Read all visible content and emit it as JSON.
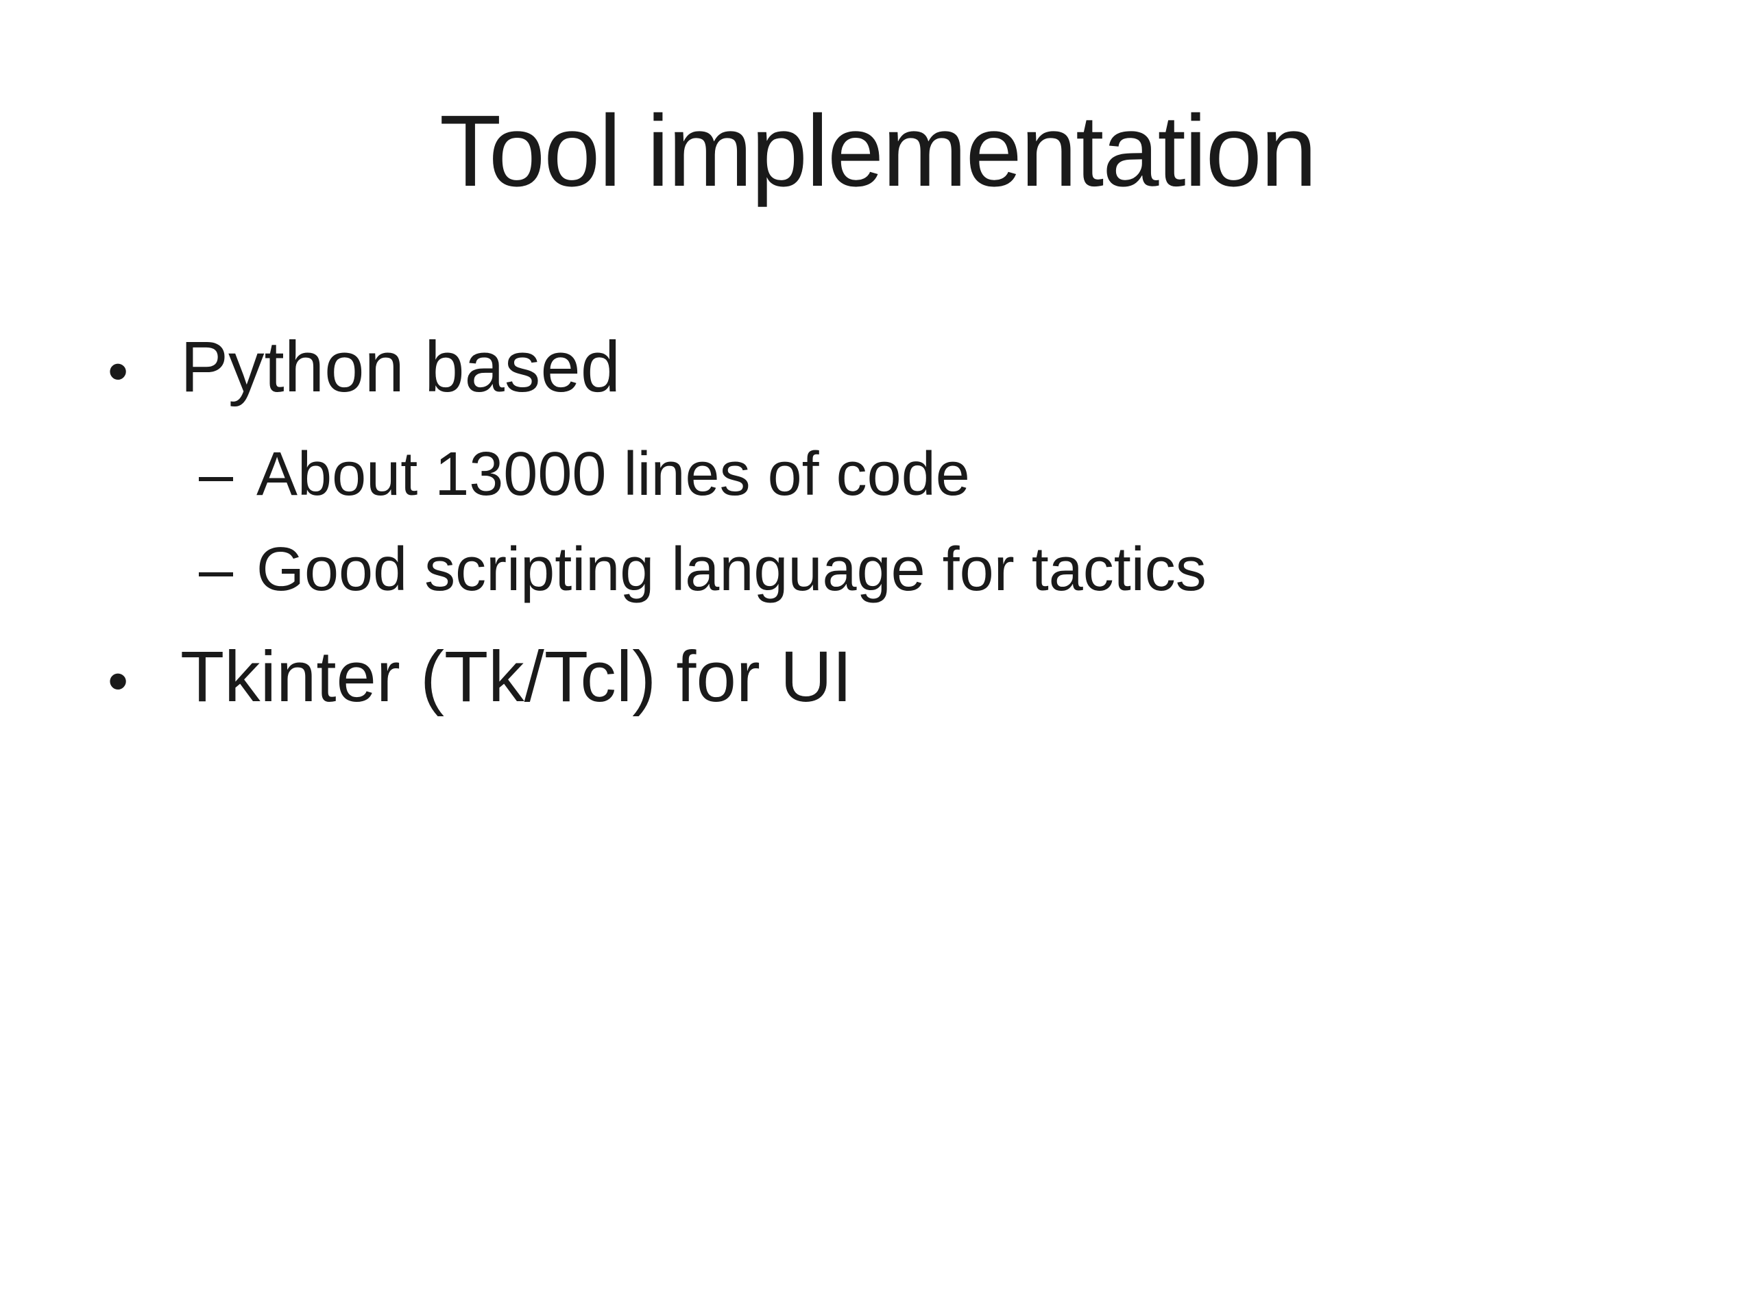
{
  "slide": {
    "title": "Tool implementation",
    "bullets": [
      {
        "level": 1,
        "marker": "•",
        "text": "Python based"
      },
      {
        "level": 2,
        "marker": "–",
        "text": "About 13000 lines of code"
      },
      {
        "level": 2,
        "marker": "–",
        "text": "Good scripting language for tactics"
      },
      {
        "level": 1,
        "marker": "•",
        "text": "Tkinter (Tk/Tcl) for UI"
      }
    ],
    "colors": {
      "background": "#ffffff",
      "text": "#1a1a1a"
    }
  }
}
